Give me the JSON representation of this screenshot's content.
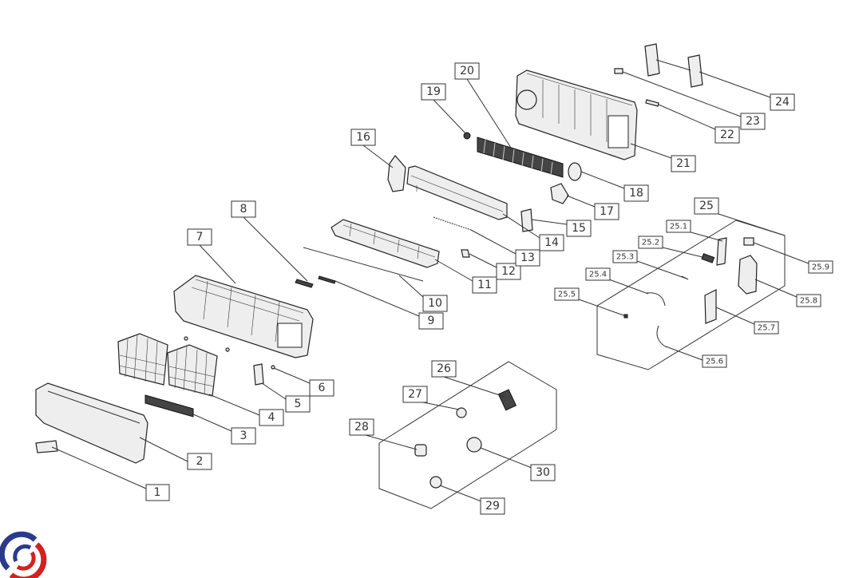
{
  "title": "Indoor unit exploded parts diagram",
  "logo": {
    "name": "brand-logo",
    "colors": {
      "blue": "#2a3a8c",
      "red": "#d42020"
    }
  },
  "callouts": [
    "1",
    "2",
    "3",
    "4",
    "5",
    "6",
    "7",
    "8",
    "9",
    "10",
    "11",
    "12",
    "13",
    "14",
    "15",
    "16",
    "17",
    "18",
    "19",
    "20",
    "21",
    "22",
    "23",
    "24",
    "25",
    "25.1",
    "25.2",
    "25.3",
    "25.4",
    "25.5",
    "25.6",
    "25.7",
    "25.8",
    "25.9",
    "26",
    "27",
    "28",
    "29",
    "30"
  ]
}
